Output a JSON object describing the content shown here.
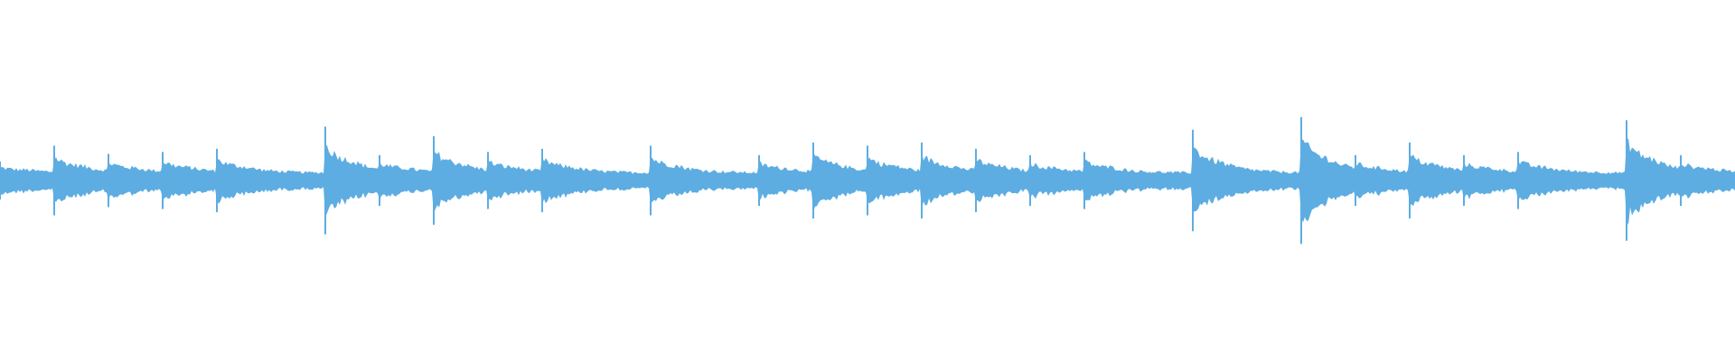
{
  "waveform": {
    "color": "#5dade2",
    "background": "#ffffff",
    "note_onsets_beats": [
      0,
      1,
      2,
      3,
      4,
      6,
      7,
      8,
      9,
      10,
      12,
      14,
      15,
      16,
      17,
      18,
      19,
      20,
      22,
      24,
      25,
      26,
      27,
      28,
      30,
      31
    ],
    "onset_peaks": [
      0.3,
      0.55,
      0.42,
      0.45,
      0.5,
      0.85,
      0.4,
      0.7,
      0.45,
      0.5,
      0.55,
      0.4,
      0.6,
      0.55,
      0.6,
      0.5,
      0.4,
      0.45,
      0.8,
      1.0,
      0.4,
      0.6,
      0.4,
      0.45,
      0.95,
      0.4
    ],
    "sustain_level": 0.16,
    "total_beats": 32
  }
}
